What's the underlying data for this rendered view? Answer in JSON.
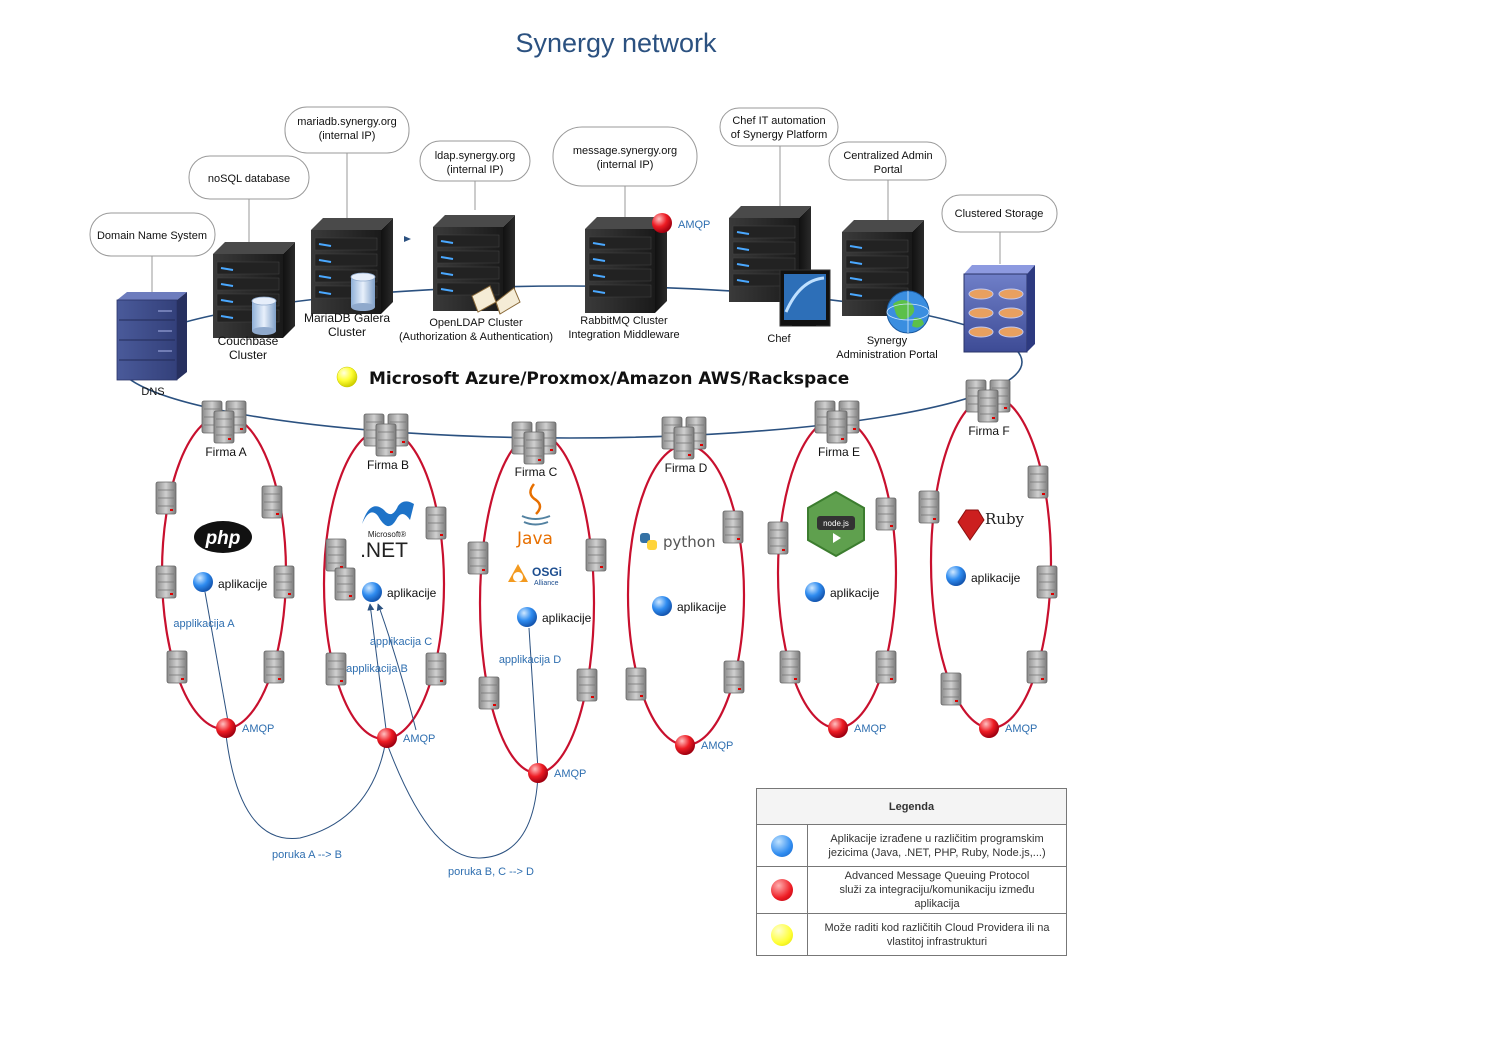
{
  "title": "Synergy network",
  "platform": "Microsoft Azure/Proxmox/Amazon AWS/Rackspace",
  "callouts": {
    "dns": "Domain Name System",
    "nosql": "noSQL database",
    "mariadb_1": "mariadb.synergy.org",
    "mariadb_2": "(internal IP)",
    "ldap_1": "ldap.synergy.org",
    "ldap_2": "(internal IP)",
    "message_1": "message.synergy.org",
    "message_2": "(internal IP)",
    "chef_1": "Chef IT automation",
    "chef_2": "of Synergy Platform",
    "admin_1": "Centralized Admin",
    "admin_2": "Portal",
    "storage": "Clustered Storage"
  },
  "servers": {
    "dns": "DNS",
    "couchbase_1": "Couchbase",
    "couchbase_2": "Cluster",
    "mariadb_1": "MariaDB Galera",
    "mariadb_2": "Cluster",
    "ldap_1": "OpenLDAP Cluster",
    "ldap_2": "(Authorization & Authentication)",
    "rabbit_1": "RabbitMQ Cluster",
    "rabbit_2": "Integration Middleware",
    "chef": "Chef",
    "admin_1": "Synergy",
    "admin_2": "Administration Portal"
  },
  "amqp": "AMQP",
  "firms": [
    "Firma A",
    "Firma B",
    "Firma C",
    "Firma D",
    "Firma E",
    "Firma F"
  ],
  "apps_label": "aplikacije",
  "app_links": {
    "a": "applikacija A",
    "b": "applikacija B",
    "c": "applikacija C",
    "d": "applikacija D"
  },
  "messages": {
    "ab": "poruka A --> B",
    "bcd": "poruka B, C --> D"
  },
  "logos": {
    "php": "php",
    "net_1": "Microsoft®",
    "net_2": ".NET",
    "java": "Java",
    "osgi_1": "OSGi",
    "osgi_2": "Alliance",
    "python": "python",
    "nodejs": "node.js",
    "ruby": "Ruby"
  },
  "legend": {
    "title": "Legenda",
    "rows": [
      {
        "color": "#2f8cf0",
        "line1": "Aplikacije izrađene u različitim programskim",
        "line2": "jezicima (Java, .NET, PHP, Ruby, Node.js,...)",
        "line3": ""
      },
      {
        "color": "#ee1c24",
        "line1": "Advanced Message Queuing Protocol",
        "line2": "služi za integraciju/komunikaciju između",
        "line3": "aplikacija"
      },
      {
        "color": "#ffff33",
        "line1": "Može raditi kod različitih Cloud Providera ili na",
        "line2": "vlastitoj infrastrukturi",
        "line3": ""
      }
    ]
  },
  "colors": {
    "title": "#2b5180",
    "ring": "#c8102e",
    "backbone": "#2b5180",
    "link_text": "#2f6fb0"
  }
}
